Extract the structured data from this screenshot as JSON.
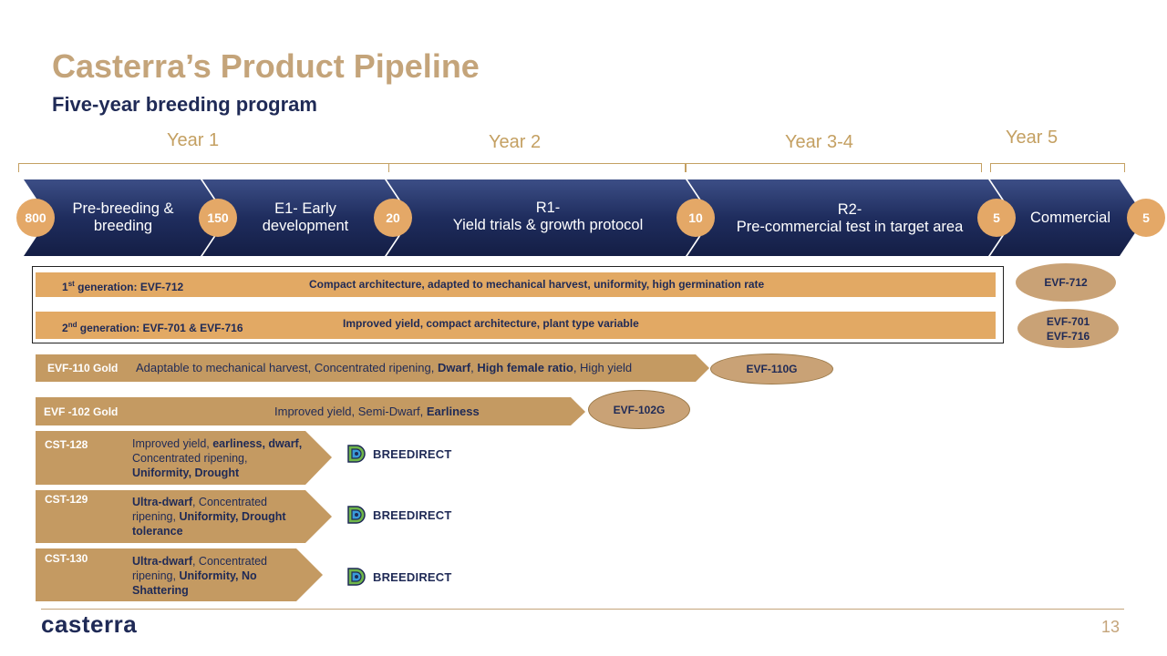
{
  "title": "Casterra’s Product Pipeline",
  "subtitle": "Five-year breeding program",
  "years": [
    "Year 1",
    "Year 2",
    "Year 3-4",
    "Year 5"
  ],
  "stages": [
    {
      "label": "Pre-breeding & breeding"
    },
    {
      "label": "E1- Early development"
    },
    {
      "label": "R1-\nYield trials & growth protocol"
    },
    {
      "label": "R2-\nPre-commercial  test in target area"
    },
    {
      "label": "Commercial"
    }
  ],
  "counts": [
    "800",
    "150",
    "20",
    "10",
    "5",
    "5"
  ],
  "generations": [
    {
      "label_prefix": "1",
      "label_sup": "st",
      "label_rest": " generation: EVF-712",
      "description": "Compact architecture, adapted to mechanical harvest, uniformity, high germination rate",
      "result": "EVF-712"
    },
    {
      "label_prefix": "2",
      "label_sup": "nd",
      "label_rest": " generation: EVF-701  & EVF-716",
      "description": "Improved yield, compact architecture, plant type variable",
      "result_line1": "EVF-701",
      "result_line2": "EVF-716"
    }
  ],
  "gold_varieties": [
    {
      "label": "EVF-110 Gold",
      "desc_parts": [
        {
          "text": "Adaptable to mechanical harvest, Concentrated ripening, ",
          "bold": false
        },
        {
          "text": "Dwarf",
          "bold": true
        },
        {
          "text": ", ",
          "bold": false
        },
        {
          "text": "High female ratio",
          "bold": true
        },
        {
          "text": ", High yield",
          "bold": false
        }
      ],
      "result": "EVF-110G"
    },
    {
      "label": "EVF -102 Gold",
      "desc_parts": [
        {
          "text": "Improved yield, Semi-Dwarf, ",
          "bold": false
        },
        {
          "text": "Earliness",
          "bold": true
        }
      ],
      "result": "EVF-102G"
    }
  ],
  "cst_lines": [
    {
      "label": "CST-128",
      "desc_parts": [
        {
          "text": "Improved yield, ",
          "bold": false
        },
        {
          "text": "earliness, dwarf,",
          "bold": true
        },
        {
          "text": " Concentrated ripening, ",
          "bold": false
        },
        {
          "text": "Uniformity, Drought",
          "bold": true
        }
      ],
      "partner": "BREEDIRECT"
    },
    {
      "label": "CST-129",
      "desc_parts": [
        {
          "text": "Ultra-dwarf",
          "bold": true
        },
        {
          "text": ", Concentrated ripening,  ",
          "bold": false
        },
        {
          "text": "Uniformity, Drought tolerance",
          "bold": true
        }
      ],
      "partner": "BREEDIRECT"
    },
    {
      "label": "CST-130",
      "desc_parts": [
        {
          "text": "Ultra-dwarf",
          "bold": true
        },
        {
          "text": ", Concentrated ripening,  ",
          "bold": false
        },
        {
          "text": "Uniformity, No Shattering",
          "bold": true
        }
      ],
      "partner": "BREEDIRECT"
    }
  ],
  "footer": {
    "brand": "casterra",
    "page_number": "13"
  },
  "colors": {
    "title": "#C4A47A",
    "navy": "#1F2A56",
    "orange_bar": "#E2A964",
    "gold_bar": "#C49A62",
    "count_circle": "#E4A867"
  }
}
